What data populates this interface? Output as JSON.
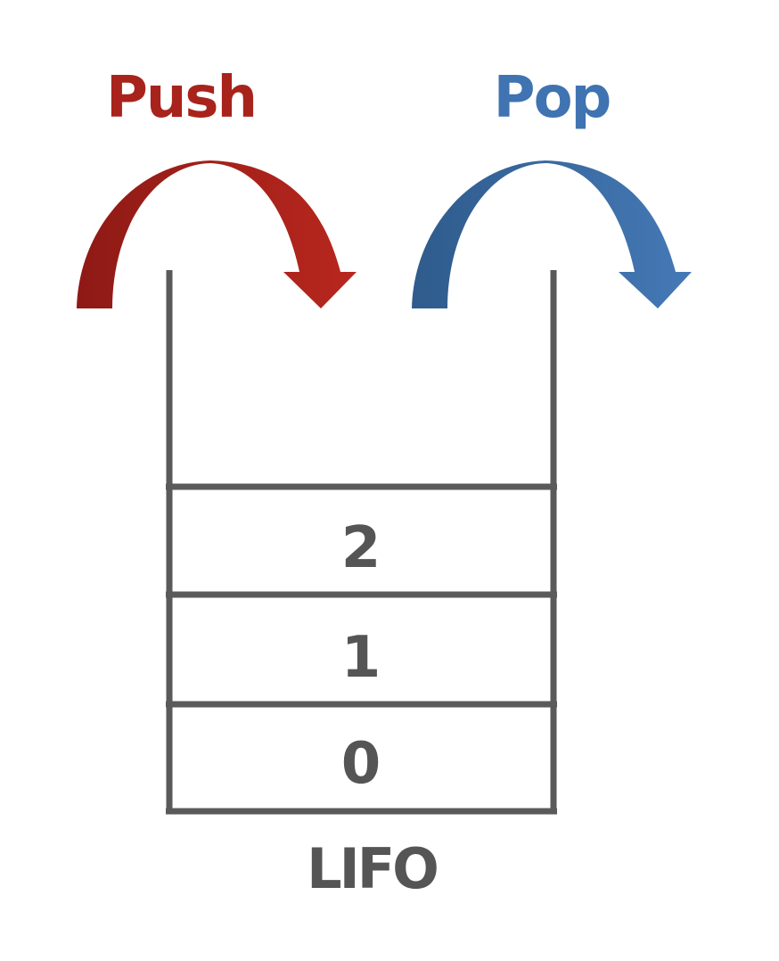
{
  "push": {
    "label": "Push",
    "color": "#a8231c"
  },
  "pop": {
    "label": "Pop",
    "color": "#3f73b1"
  },
  "stack": {
    "items": [
      "2",
      "1",
      "0"
    ],
    "color": "#5a5a5a"
  },
  "caption": "LIFO"
}
